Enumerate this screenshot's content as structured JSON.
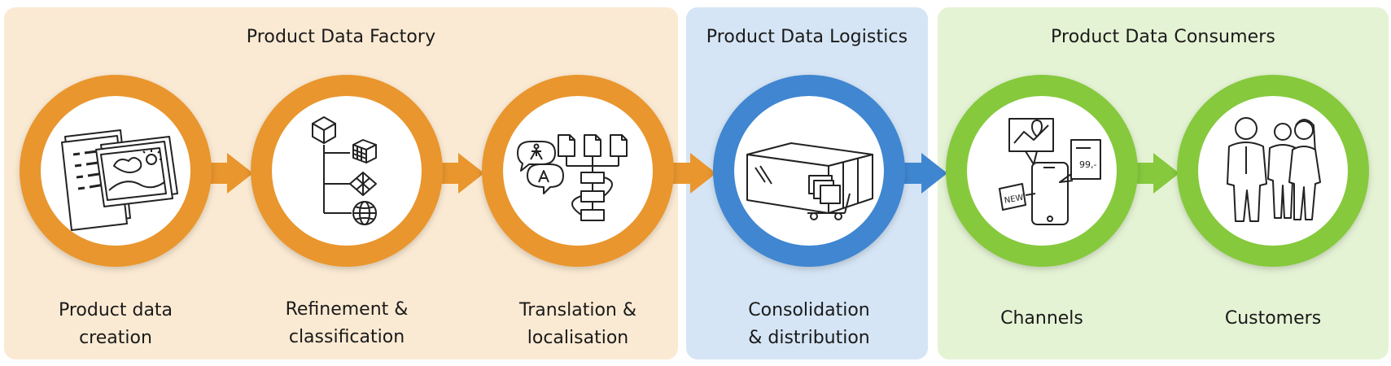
{
  "colors": {
    "factory_bg": "#fbead3",
    "logistics_bg": "#d5e5f5",
    "consumers_bg": "#e5f3d5",
    "orange": "#e9962e",
    "blue": "#3f86d1",
    "green": "#86c93d"
  },
  "sections": [
    {
      "title": "Product Data Factory"
    },
    {
      "title": "Product Data Logistics"
    },
    {
      "title": "Product Data Consumers"
    }
  ],
  "steps": [
    {
      "line1": "Product data",
      "line2": "creation",
      "icon": "documents-images-icon"
    },
    {
      "line1": "Refinement &",
      "line2": "classification",
      "icon": "hierarchy-3d-objects-icon"
    },
    {
      "line1": "Translation &",
      "line2": "localisation",
      "icon": "translation-workflow-icon"
    },
    {
      "line1": "Consolidation",
      "line2": "& distribution",
      "icon": "warehouse-icon"
    },
    {
      "line1": "Channels",
      "line2": "",
      "icon": "smartphone-channels-icon"
    },
    {
      "line1": "Customers",
      "line2": "",
      "icon": "people-group-icon"
    }
  ]
}
